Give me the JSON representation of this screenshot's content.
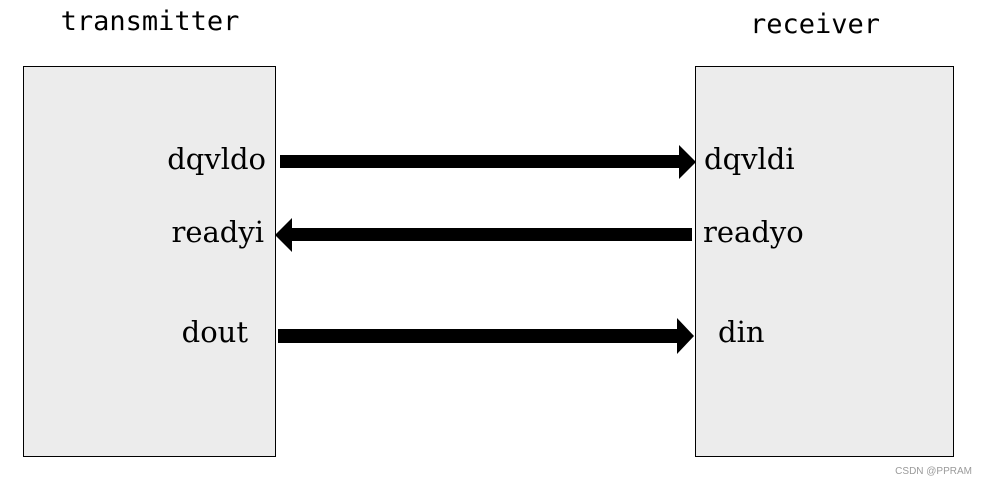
{
  "colors": {
    "block_fill": "#ececec",
    "block_stroke": "#000000",
    "arrow": "#000000",
    "watermark": "#9a9a9a"
  },
  "blocks": {
    "transmitter": {
      "title": "transmitter",
      "ports": [
        "dqvldo",
        "readyi",
        "dout"
      ]
    },
    "receiver": {
      "title": "receiver",
      "ports": [
        "dqvldi",
        "readyo",
        "din"
      ]
    }
  },
  "connections": [
    {
      "from": "dqvldo",
      "to": "dqvldi",
      "direction": "right"
    },
    {
      "from": "readyo",
      "to": "readyi",
      "direction": "left"
    },
    {
      "from": "dout",
      "to": "din",
      "direction": "right"
    }
  ],
  "watermark": "CSDN @PPRAM"
}
